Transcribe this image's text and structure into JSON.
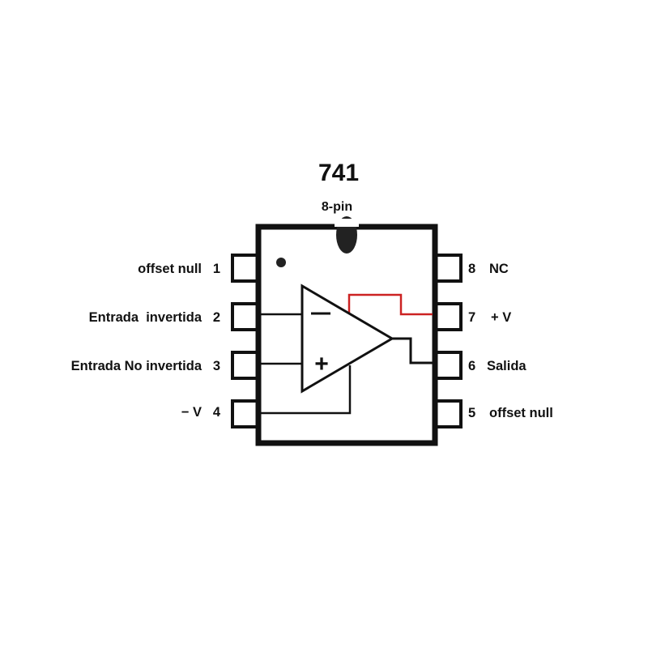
{
  "title": "741",
  "subtitle": "8-pin",
  "pins_left": [
    {
      "num": "1",
      "label": "offset null"
    },
    {
      "num": "2",
      "label": "Entrada  invertida"
    },
    {
      "num": "3",
      "label": "Entrada No invertida"
    },
    {
      "num": "4",
      "label": "− V"
    }
  ],
  "pins_right": [
    {
      "num": "8",
      "label": "NC"
    },
    {
      "num": "7",
      "label": "+ V"
    },
    {
      "num": "6",
      "label": "Salida"
    },
    {
      "num": "5",
      "label": "offset null"
    }
  ],
  "symbols": {
    "minus": "−",
    "plus": "+"
  },
  "colors": {
    "line": "#111111",
    "supply": "#cc2222"
  }
}
